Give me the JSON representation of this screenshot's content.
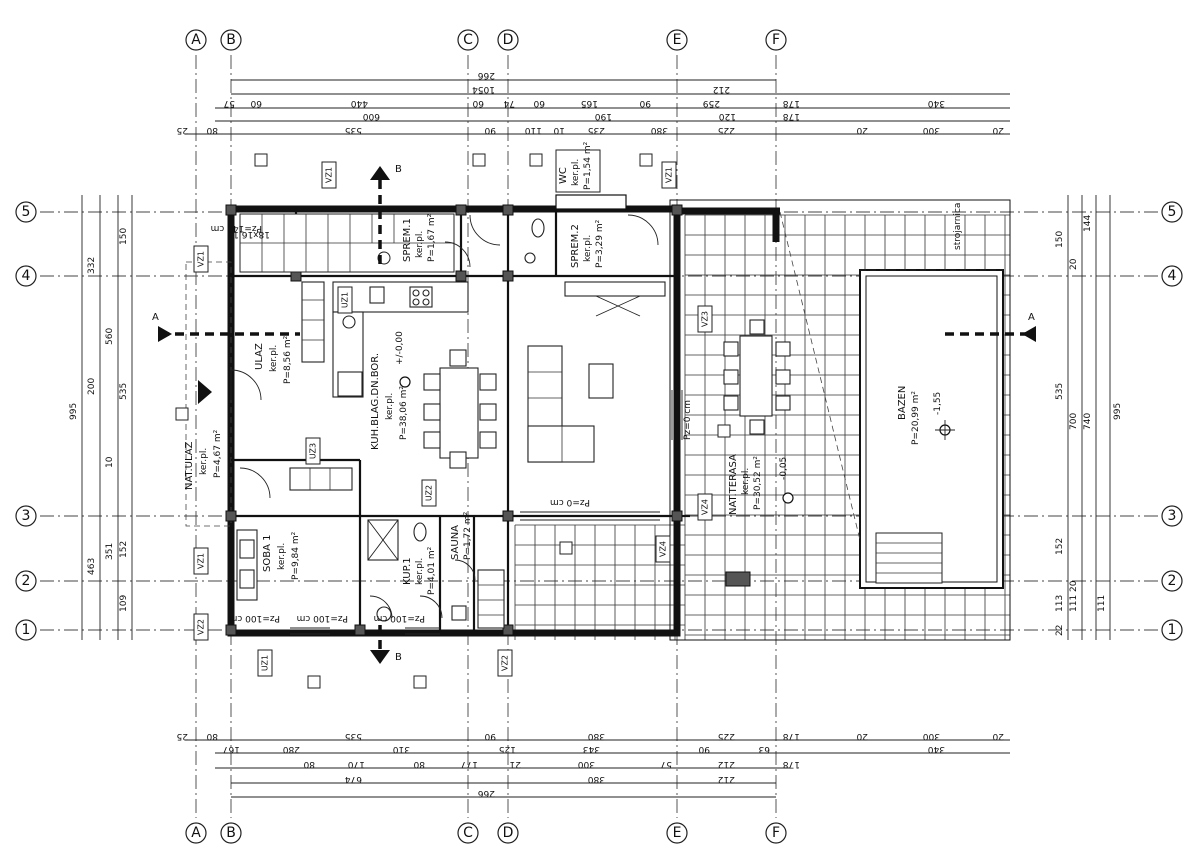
{
  "axes": {
    "vertical": [
      "A",
      "B",
      "C",
      "D",
      "E",
      "F"
    ],
    "horizontal": [
      "5",
      "4",
      "3",
      "2",
      "1"
    ]
  },
  "dimensions": {
    "top": {
      "row1": [
        "266"
      ],
      "row2": [
        "1054",
        "212"
      ],
      "row3": [
        "57",
        "60",
        "440",
        "60",
        "74",
        "60",
        "165",
        "90",
        "259",
        "178",
        "340"
      ],
      "row4": [
        "600",
        "190",
        "120",
        "178"
      ],
      "row5": [
        "25",
        "80",
        "535",
        "90",
        "110",
        "10",
        "235",
        "380",
        "225",
        "20",
        "300",
        "20"
      ]
    },
    "bottom": {
      "row1": [
        "25",
        "80",
        "535",
        "90",
        "380",
        "225",
        "178",
        "20",
        "300",
        "20"
      ],
      "row2": [
        "167",
        "280",
        "310",
        "125",
        "343",
        "90",
        "63",
        "340"
      ],
      "row3": [
        "80",
        "170",
        "80",
        "177",
        "21",
        "300",
        "57",
        "212",
        "178"
      ],
      "row4": [
        "674",
        "380",
        "212"
      ],
      "row5": [
        "266"
      ]
    },
    "left": {
      "outer": [
        "995"
      ],
      "mid": [
        "332",
        "200",
        "463"
      ],
      "inner": [
        "150",
        "560",
        "535",
        "10",
        "351",
        "152",
        "109"
      ]
    },
    "right": {
      "outer": [
        "995"
      ],
      "mid": [
        "144",
        "535",
        "700",
        "740",
        "152",
        "111"
      ],
      "inner": [
        "150",
        "20",
        "113",
        "20",
        "111",
        "22"
      ]
    }
  },
  "rooms": {
    "ulaz": {
      "name": "ULAZ",
      "finish": "ker.pl.",
      "area": "P=8,56 m²"
    },
    "kitchen": {
      "name": "KUH.BLAG.DN.BOR.",
      "finish": "ker.pl.",
      "area": "P=38,06 m²"
    },
    "nat_ulaz": {
      "name": "NAT.ULAZ",
      "finish": "ker.pl.",
      "area": "P=4,67 m²"
    },
    "soba": {
      "name": "SOBA 1",
      "finish": "ker.pl.",
      "area": "P=9,84 m²"
    },
    "kup": {
      "name": "KUP.1",
      "finish": "ker.pl.",
      "area": "P=4,01 m²"
    },
    "sauna": {
      "name": "SAUNA",
      "finish": "",
      "area": "P=1,72 m²"
    },
    "sprem1": {
      "name": "SPREM.1",
      "finish": "ker.pl.",
      "area": "P=1,67 m²"
    },
    "sprem2": {
      "name": "SPREM.2",
      "finish": "ker.pl.",
      "area": "P=3,29 m²"
    },
    "wc": {
      "name": "WC",
      "finish": "ker.pl.",
      "area": "P=1,54 m²"
    },
    "terasa": {
      "name": "NAT.TERASA",
      "finish": "ker.pl.",
      "area": "P=30,52 m²"
    },
    "bazen": {
      "name": "BAZEN",
      "finish": "",
      "area": "P=20,99 m²"
    }
  },
  "levels": {
    "main": "+/-0,00",
    "terrace": "-0,05",
    "pool": "-1,55"
  },
  "sections": {
    "a": "A",
    "b": "B"
  },
  "tags": [
    "VZ1",
    "VZ1",
    "VZ1",
    "VZ1",
    "VZ2",
    "VZ2",
    "VZ3",
    "VZ4",
    "VZ4",
    "UZ1",
    "UZ2",
    "UZ3",
    "UZ1"
  ],
  "stairs_label": "18x16,11",
  "strojarnica": "strojarnica",
  "opening_notes": [
    "Pz=100 cm",
    "Pz=100 cm",
    "Pz=100 cm",
    "Pz=140 cm",
    "Pz=0 cm",
    "Pz=0 cm"
  ]
}
